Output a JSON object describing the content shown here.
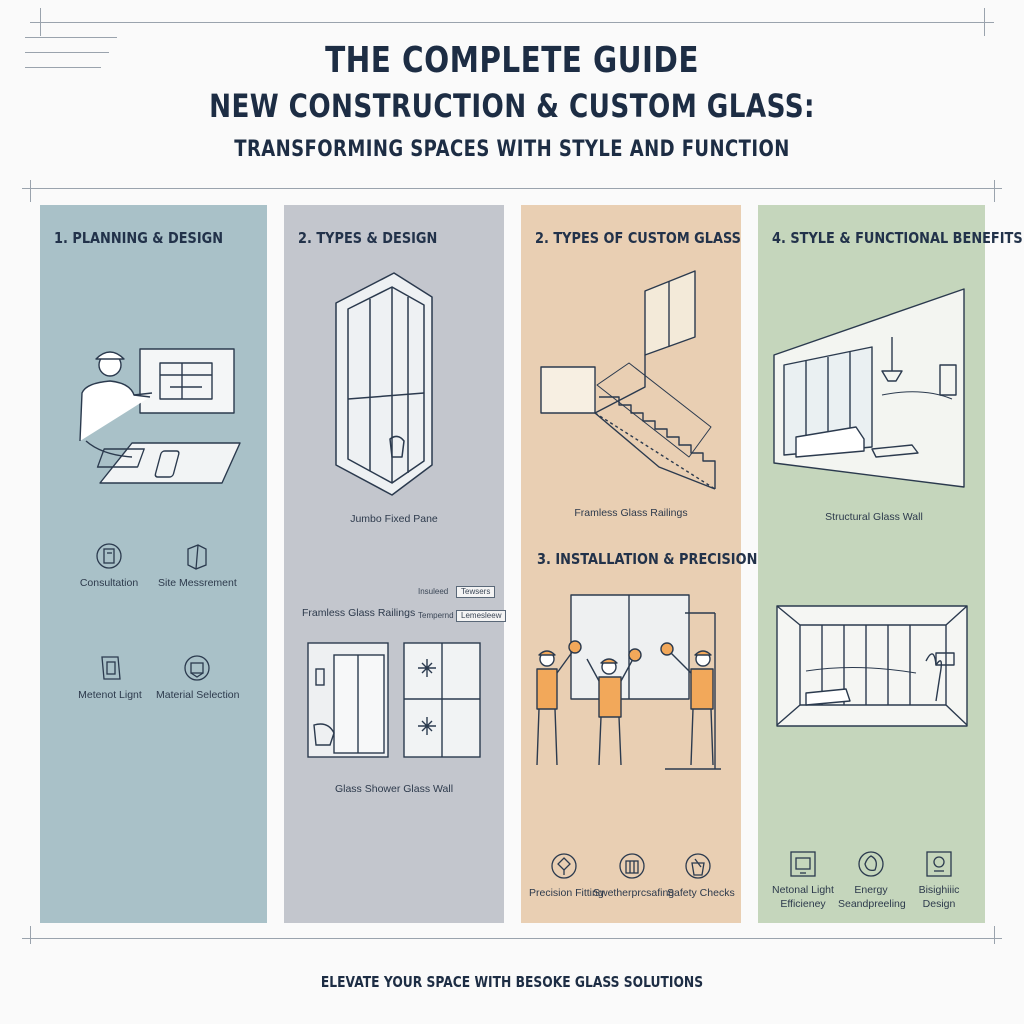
{
  "header": {
    "title_line1": "THE COMPLETE GUIDE",
    "title_line2": "NEW CONSTRUCTION & CUSTOM GLASS:",
    "subtitle": "TRANSFORMING SPACES WITH STYLE AND FUNCTION"
  },
  "colors": {
    "panel1": "#a9c1c8",
    "panel2": "#c3c6cd",
    "panel3": "#e9cfb3",
    "panel4": "#c5d6bc",
    "ink": "#1d2d44"
  },
  "panel1": {
    "title": "1. PLANNING & DESIGN",
    "items": [
      "Consultation",
      "Site Messrement",
      "Metenot Lignt",
      "Material Selection"
    ]
  },
  "panel2": {
    "title": "2. TYPES & DESIGN",
    "caption_top": "Jumbo Fixed Pane",
    "label_mid": "Framless Glass Railings",
    "tag1_label": "Insuleed",
    "tag1_box": "Tewsers",
    "tag2_label": "Tempernd",
    "tag2_box": "Lemesleew",
    "caption_bottom": "Glass Shower Glass Wall"
  },
  "panel3": {
    "title": "2. TYPES OF CUSTOM GLASS",
    "caption": "Framless Glass Railings",
    "section2_title": "3. INSTALLATION & PRECISION",
    "items": [
      "Precision Fitting",
      "Swetherprcsafing",
      "Safety Checks"
    ]
  },
  "panel4": {
    "title": "4. STYLE & FUNCTIONAL BENEFITS",
    "caption": "Structural Glass Wall",
    "items": [
      {
        "line1": "Netonal Light",
        "line2": "Efficieney"
      },
      {
        "line1": "Energy",
        "line2": "Seandpreeling"
      },
      {
        "line1": "Bisighiiic",
        "line2": "Design"
      }
    ]
  },
  "footer": {
    "text": "ELEVATE YOUR SPACE WITH BESOKE GLASS SOLUTIONS"
  }
}
